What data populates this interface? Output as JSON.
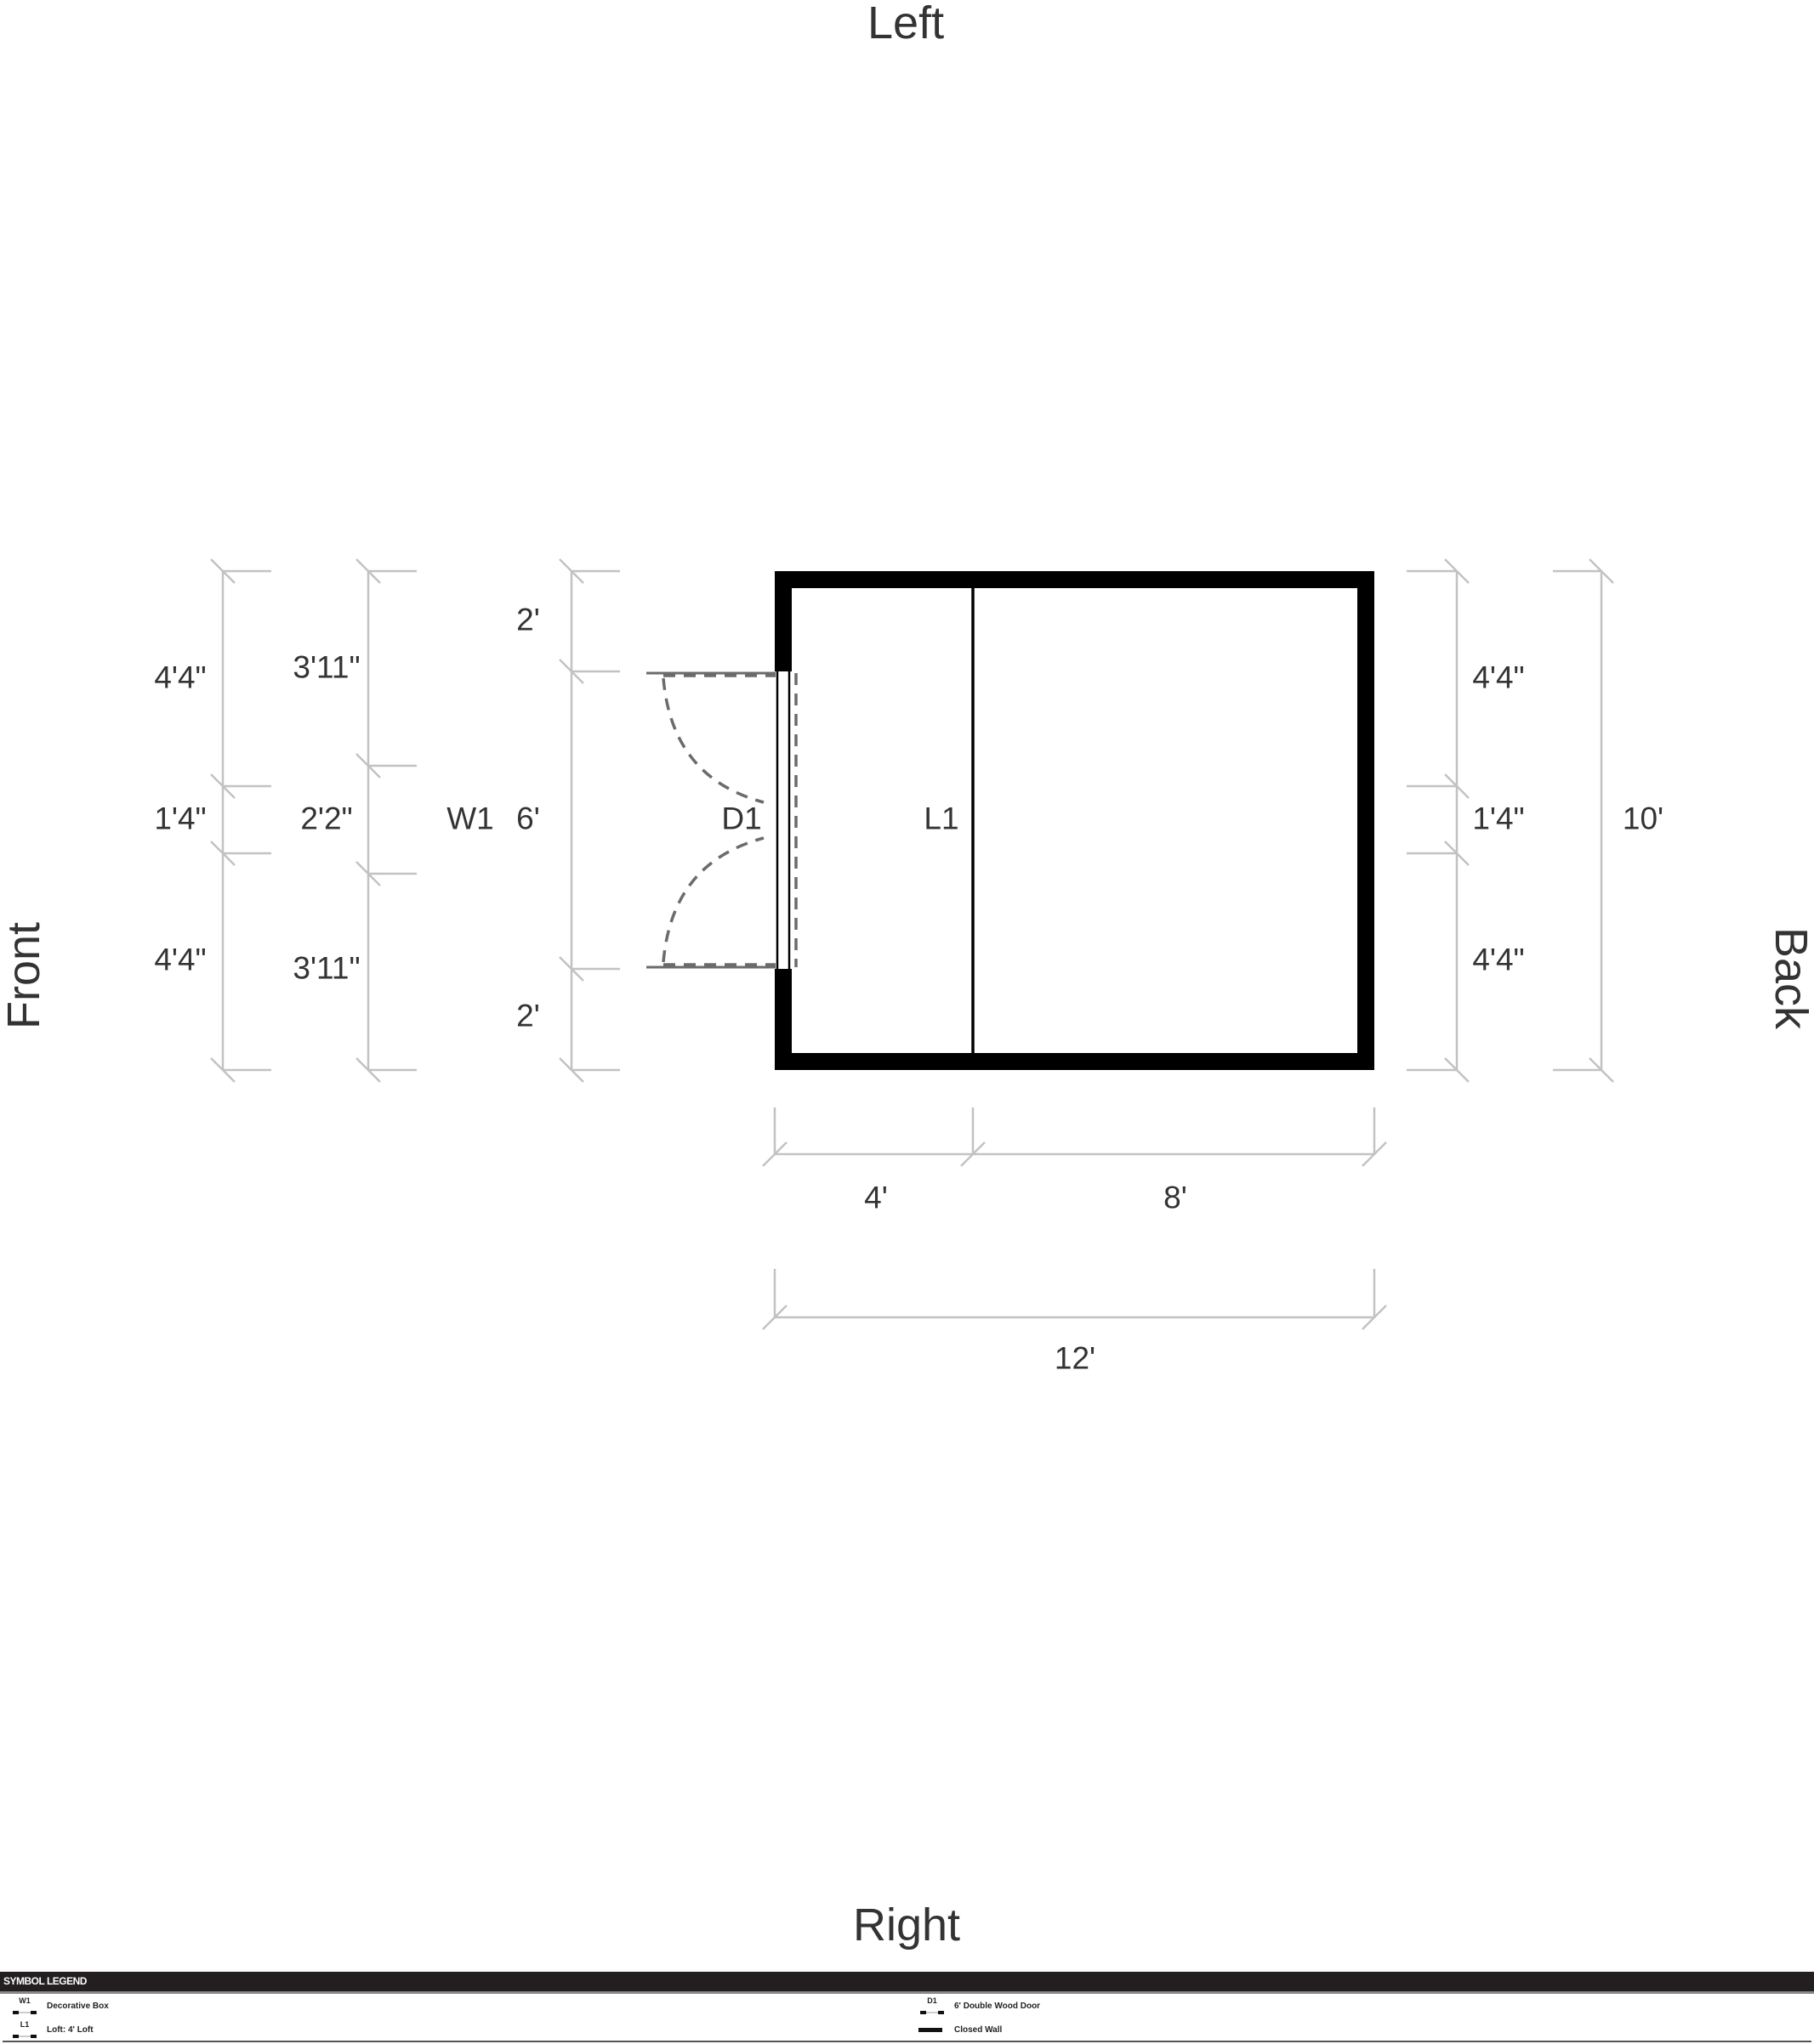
{
  "orientation": {
    "top": "Left",
    "bottom": "Right",
    "left": "Front",
    "right": "Back"
  },
  "plan": {
    "items": {
      "window": "W1",
      "door": "D1",
      "loft": "L1"
    },
    "dimensions": {
      "left_outer": [
        "4'4\"",
        "1'4\"",
        "4'4\""
      ],
      "left_middle": [
        "3'11\"",
        "2'2\"",
        "3'11\""
      ],
      "left_inner": [
        "2'",
        "6'",
        "2'"
      ],
      "right_inner": [
        "4'4\"",
        "1'4\"",
        "4'4\""
      ],
      "right_total": "10'",
      "bottom_segments": [
        "4'",
        "8'"
      ],
      "bottom_total": "12'"
    },
    "colors": {
      "wall": "#000000",
      "dimension_line": "#c0c0c0",
      "door_symbol": "#6b6b6b",
      "text": "#333333"
    }
  },
  "legend": {
    "title": "SYMBOL LEGEND",
    "items": [
      {
        "code": "W1",
        "label": "Decorative Box"
      },
      {
        "code": "L1",
        "label": "Loft: 4' Loft"
      },
      {
        "code": "D1",
        "label": "6' Double Wood Door"
      },
      {
        "code": "",
        "label": "Closed Wall"
      }
    ]
  }
}
